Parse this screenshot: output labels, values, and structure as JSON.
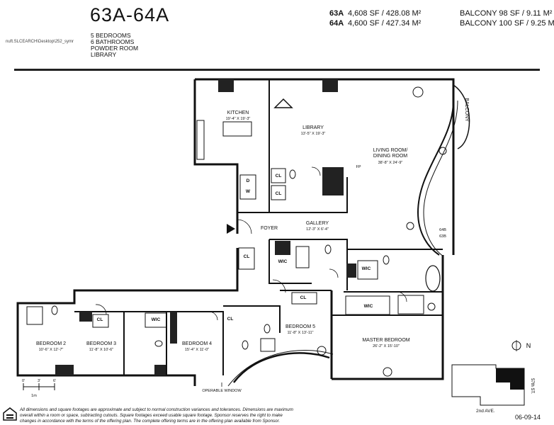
{
  "header": {
    "title": "63A-64A",
    "file_path": "nuft.SLCEARCH\\Desktop\\252_symr",
    "features": [
      "5 BEDROOMS",
      "6 BATHROOMS",
      "POWDER ROOM",
      "LIBRARY"
    ],
    "units": [
      {
        "unit": "63A",
        "area": "4,608  SF / 428.08 M²",
        "balcony": "BALCONY   98 SF / 9.11 M²"
      },
      {
        "unit": "64A",
        "area": "4,600  SF / 427.34 M²",
        "balcony": "BALCONY  100 SF / 9.25 M²"
      }
    ]
  },
  "rooms": {
    "kitchen": {
      "name": "KITCHEN",
      "dim": "19'-4\" X 19'-3\""
    },
    "library": {
      "name": "LIBRARY",
      "dim": "13'-5\" X 19'-3\""
    },
    "living": {
      "name1": "LIVING ROOM/",
      "name2": "DINING ROOM",
      "dim": "38'-8\" X 24'-9\""
    },
    "balcony": "BALCONY",
    "fp": "FP",
    "foyer": "FOYER",
    "gallery": {
      "name": "GALLERY",
      "dim": "12'-3\" X 6'-4\""
    },
    "bedroom2": {
      "name": "BEDROOM 2",
      "dim": "10'-6\" X 12'-7\""
    },
    "bedroom3": {
      "name": "BEDROOM 3",
      "dim": "11'-8\" X 10'-6\""
    },
    "bedroom4": {
      "name": "BEDROOM 4",
      "dim": "15'-4\" X 11'-0\""
    },
    "bedroom5": {
      "name": "BEDROOM 5",
      "dim": "11'-8\" X 13'-11\""
    },
    "master": {
      "name": "MASTER BEDROOM",
      "dim": "26'-2\" X 15'-10\""
    },
    "closet": "CL",
    "wic": "WIC",
    "dw_d": "D",
    "dw_w": "W",
    "level_64b": "64B",
    "level_63b": "63B",
    "operable_window": "OPERABLE WINDOW"
  },
  "scale": {
    "s0": "0'",
    "s3": "3'",
    "s6": "6'",
    "m1": "1m"
  },
  "compass": "N",
  "street_a": "2nd AVE.",
  "street_b": "57th ST.",
  "disclaimer": "All dimensions and square footages are approximate and subject to normal construction variances and tolerances. Dimensions are maximum overall within a room or space, subtracting cutouts. Square footages exceed usable square footage. Sponsor reserves the right to make changes in accordance with the terms of the offering plan. The complete offering terms are in the offering plan available from Sponsor.",
  "date": "06-09-14"
}
